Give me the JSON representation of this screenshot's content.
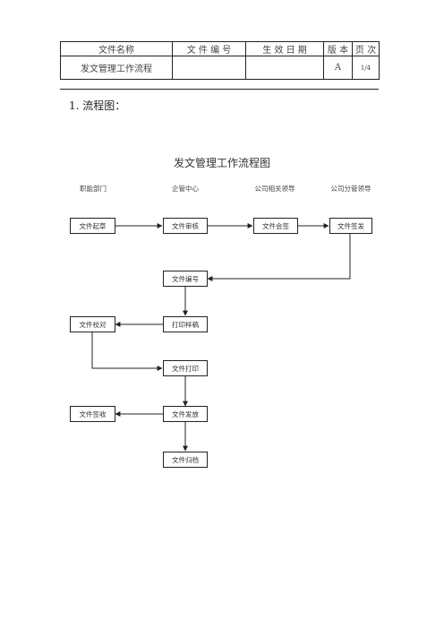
{
  "header": {
    "col_name": "文件名称",
    "col_number": "文 件 编 号",
    "col_date": "生 效 日 期",
    "col_version": "版 本",
    "col_page": "页 次",
    "doc_name": "发文管理工作流程",
    "doc_number": "",
    "doc_date": "",
    "doc_version": "A",
    "doc_page": "1/4"
  },
  "section_title": "1. 流程图：",
  "flow": {
    "title": "发文管理工作流程图",
    "lanes": [
      "职能部门",
      "企管中心",
      "公司相关领导",
      "公司分管领导"
    ],
    "nodes": {
      "draft": "文件起草",
      "review": "文件审核",
      "countersign": "文件会签",
      "sign_issue": "文件签发",
      "numbering": "文件编号",
      "print_sample": "打印样稿",
      "proofread": "文件校对",
      "print": "文件打印",
      "distribute": "文件发放",
      "receipt": "文件签收",
      "archive": "文件归档"
    }
  }
}
